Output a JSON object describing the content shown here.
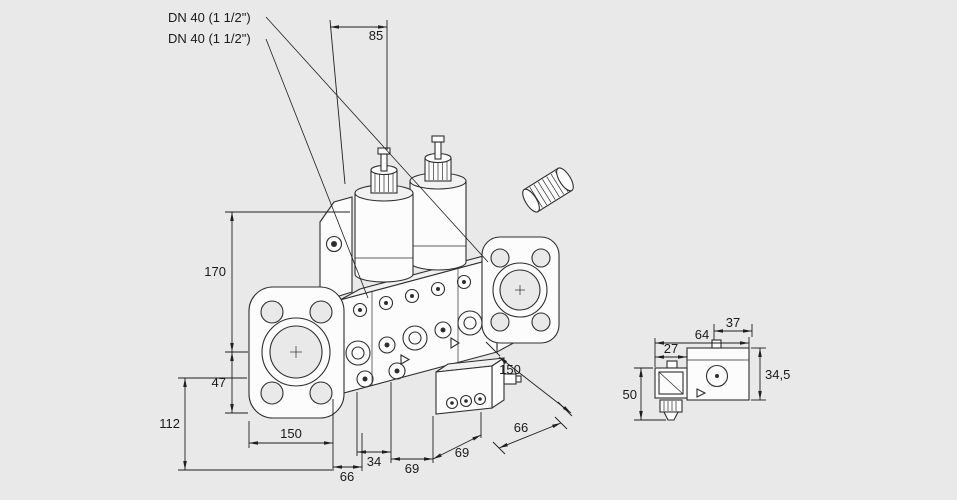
{
  "drawing": {
    "labels": {
      "dn1": "DN 40 (1 1/2\")",
      "dn2": "DN 40 (1 1/2\")"
    },
    "dims": {
      "d85": "85",
      "d170": "170",
      "d47": "47",
      "d112": "112",
      "d150_bottom": "150",
      "d66_bottom": "66",
      "d34": "34",
      "d69_front": "69",
      "d69_depth": "69",
      "d150_right": "150",
      "d66_right": "66"
    },
    "pilot": {
      "d27": "27",
      "d64": "64",
      "d37": "37",
      "d34_5": "34,5",
      "d50": "50"
    }
  }
}
